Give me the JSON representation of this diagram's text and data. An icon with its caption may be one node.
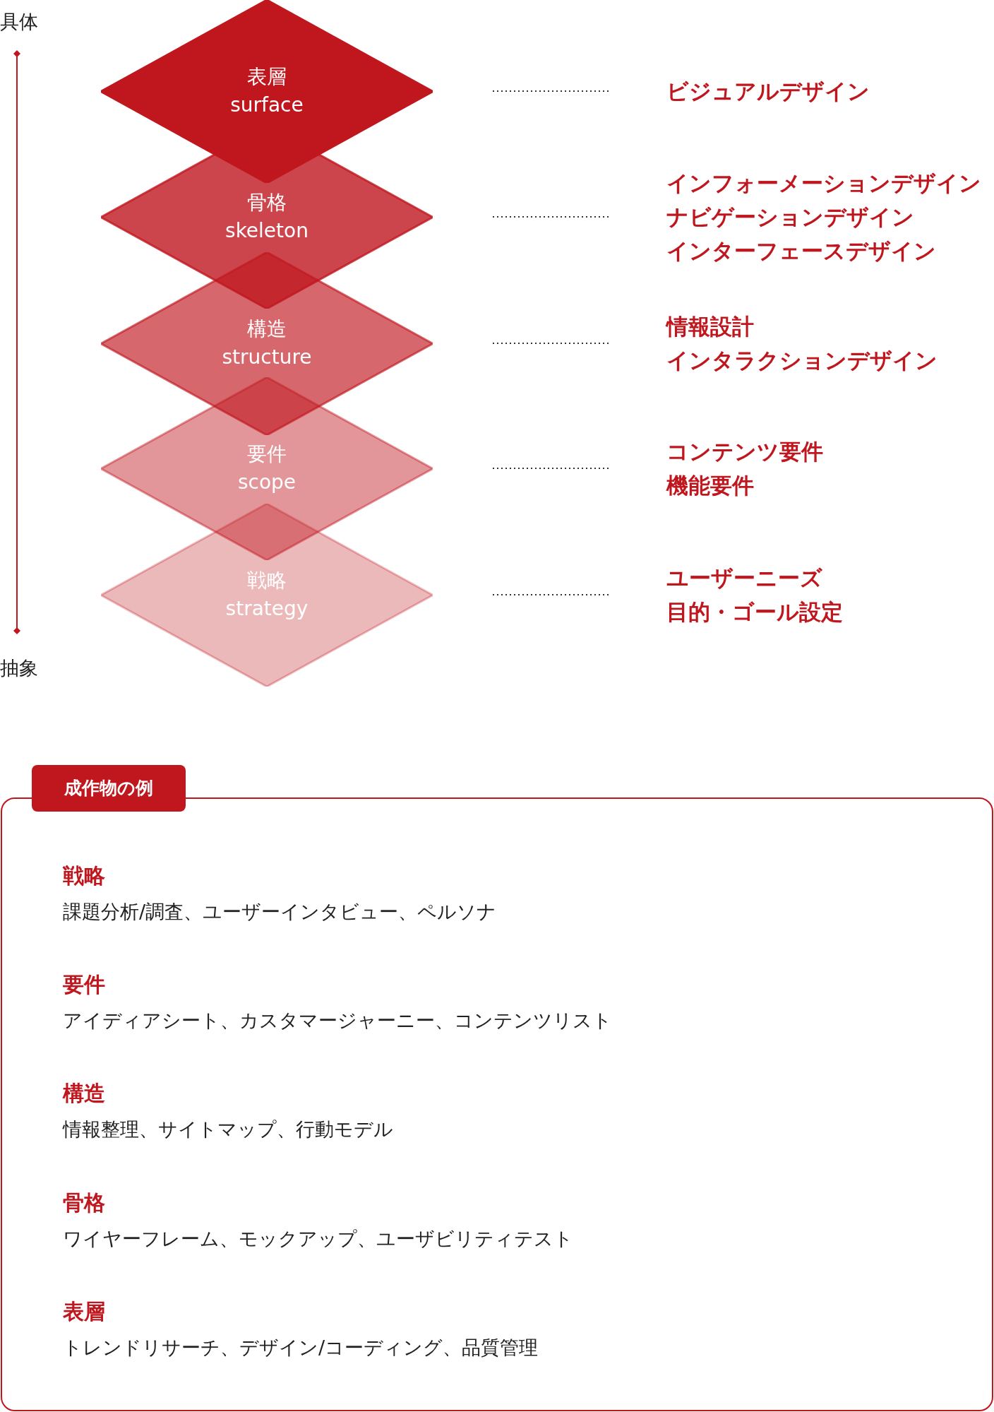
{
  "diagram": {
    "nodes": [
      {
        "text": [
          "表層",
          "surface"
        ]
      },
      {
        "text": [
          "骨格",
          "skeleton"
        ]
      },
      {
        "text": [
          "構造",
          "structure"
        ]
      },
      {
        "text": [
          "要件",
          "scope"
        ]
      },
      {
        "text": [
          "戦略",
          "strategy"
        ]
      },
      {
        "text": [
          "ビジュアルデザイン"
        ]
      },
      {
        "text": [
          "インフォーメーションデザイン",
          "ナビゲーションデザイン",
          "インターフェースデザイン"
        ]
      },
      {
        "text": [
          "情報設計",
          "インタラクションデザイン"
        ]
      },
      {
        "text": [
          "コンテンツ要件",
          "機能要件"
        ]
      },
      {
        "text": [
          "ユーザーニーズ",
          "目的・ゴール設定"
        ]
      },
      {
        "text": [
          "成作物の例"
        ]
      }
    ],
    "edges": [
      {
        "from": 0,
        "to": 5,
        "arrow": "none",
        "style": "dashed"
      },
      {
        "from": 1,
        "to": 6,
        "arrow": "none",
        "style": "dashed"
      },
      {
        "from": 2,
        "to": 7,
        "arrow": "none",
        "style": "dashed"
      },
      {
        "from": 3,
        "to": 8,
        "arrow": "none",
        "style": "dashed"
      },
      {
        "from": 4,
        "to": 9,
        "arrow": "none",
        "style": "dashed"
      }
    ],
    "labels": [
      "具体",
      "抽象",
      "戦略",
      "課題分析/調査、ユーザーインタビュー、ペルソナ",
      "要件",
      "アイディアシート、カスタマージャーニー、コンテンツリスト",
      "構造",
      "情報整理、サイトマップ、行動モデル",
      "骨格",
      "ワイヤーフレーム、モックアップ、ユーザビリティテスト",
      "表層",
      "トレンドリサーチ、デザイン/コーディング、品質管理"
    ]
  }
}
